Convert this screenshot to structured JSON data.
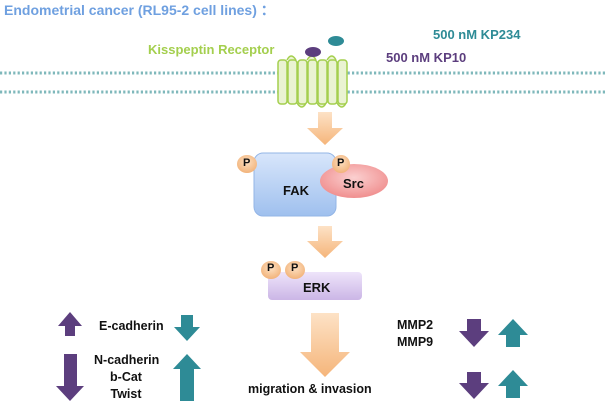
{
  "title": "Endometrial cancer (RL95-2 cell lines) ：",
  "receptor": "Kisspeptin Receptor",
  "treatments": {
    "kp234": "500 nM  KP234",
    "kp10": "500 nM  KP10"
  },
  "nodes": {
    "fak": "FAK",
    "src": "Src",
    "erk": "ERK",
    "phospho": "P"
  },
  "markers_left": {
    "ecadherin": "E-cadherin",
    "ncadherin": "N-cadherin",
    "bcat": "b-Cat",
    "twist": "Twist"
  },
  "markers_right": {
    "mmp2": "MMP2",
    "mmp9": "MMP9"
  },
  "outcome": "migration &  invasion",
  "colors": {
    "title": "#6fa0e0",
    "receptor": "#a4cf4e",
    "kp234": "#2e8b96",
    "kp10": "#5c3e7e",
    "membrane": "#7fb8bb",
    "pathway_arrow": "#f7c28e",
    "fak_box": "#b4cff2",
    "src": "#f4a3a3",
    "erk_box": "#d9c9ee",
    "phospho": "#f6c89a",
    "arrow_purple": "#5c3e7e",
    "arrow_teal": "#2e8b96"
  }
}
